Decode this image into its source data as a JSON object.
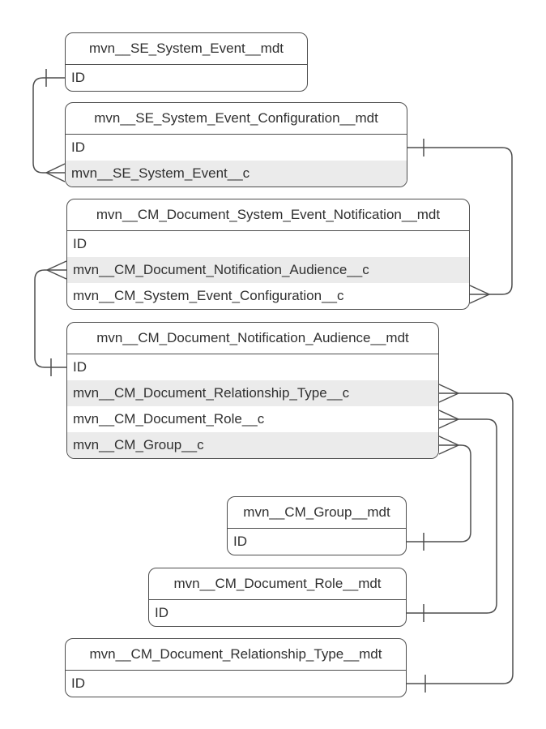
{
  "diagram": {
    "entities": [
      {
        "title": "mvn__SE_System_Event__mdt",
        "fields": [
          "ID"
        ]
      },
      {
        "title": "mvn__SE_System_Event_Configuration__mdt",
        "fields": [
          "ID",
          "mvn__SE_System_Event__c"
        ]
      },
      {
        "title": "mvn__CM_Document_System_Event_Notification__mdt",
        "fields": [
          "ID",
          "mvn__CM_Document_Notification_Audience__c",
          "mvn__CM_System_Event_Configuration__c"
        ]
      },
      {
        "title": "mvn__CM_Document_Notification_Audience__mdt",
        "fields": [
          "ID",
          "mvn__CM_Document_Relationship_Type__c",
          "mvn__CM_Document_Role__c",
          "mvn__CM_Group__c"
        ]
      },
      {
        "title": "mvn__CM_Group__mdt",
        "fields": [
          "ID"
        ]
      },
      {
        "title": "mvn__CM_Document_Role__mdt",
        "fields": [
          "ID"
        ]
      },
      {
        "title": "mvn__CM_Document_Relationship_Type__mdt",
        "fields": [
          "ID"
        ]
      }
    ],
    "relationships": [
      {
        "from": "mvn__SE_System_Event__mdt.ID",
        "to": "mvn__SE_System_Event_Configuration__mdt.mvn__SE_System_Event__c",
        "cardinality": "one-to-many"
      },
      {
        "from": "mvn__SE_System_Event_Configuration__mdt.ID",
        "to": "mvn__CM_Document_System_Event_Notification__mdt.mvn__CM_System_Event_Configuration__c",
        "cardinality": "one-to-many"
      },
      {
        "from": "mvn__CM_Document_Notification_Audience__mdt.ID",
        "to": "mvn__CM_Document_System_Event_Notification__mdt.mvn__CM_Document_Notification_Audience__c",
        "cardinality": "one-to-many"
      },
      {
        "from": "mvn__CM_Document_Relationship_Type__mdt.ID",
        "to": "mvn__CM_Document_Notification_Audience__mdt.mvn__CM_Document_Relationship_Type__c",
        "cardinality": "one-to-many"
      },
      {
        "from": "mvn__CM_Document_Role__mdt.ID",
        "to": "mvn__CM_Document_Notification_Audience__mdt.mvn__CM_Document_Role__c",
        "cardinality": "one-to-many"
      },
      {
        "from": "mvn__CM_Group__mdt.ID",
        "to": "mvn__CM_Document_Notification_Audience__mdt.mvn__CM_Group__c",
        "cardinality": "one-to-many"
      }
    ],
    "colors": {
      "border": "#4d4d4d",
      "line": "#4d4d4d",
      "row_shade": "#ebebeb",
      "text": "#303030",
      "background": "#ffffff"
    }
  }
}
